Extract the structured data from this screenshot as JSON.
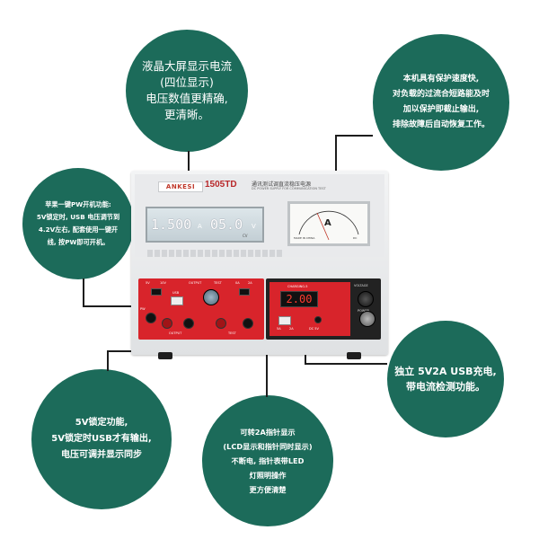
{
  "callouts": {
    "top": [
      "液晶大屏显示电流",
      "(四位显示)",
      "电压数值更精确,",
      "更清晰。"
    ],
    "top_right": [
      "本机具有保护速度快,",
      "对负载的过流合短路能及时",
      "加以保护即截止输出,",
      "排除故障后自动恢复工作。"
    ],
    "left": [
      "苹果一键PW开机功能:",
      "5V锁定时, USB 电压调节到",
      "4.2V左右, 配套使用一键开",
      "线, 按PW即可开机。"
    ],
    "right": [
      "独立 5V2A USB充电,",
      "带电流检测功能。"
    ],
    "bottom_left": [
      "5V锁定功能,",
      "5V锁定时USB才有输出,",
      "电压可调并显示同步"
    ],
    "bottom_center": [
      "可转2A指针显示",
      "(LCD显示和指针同时显示)",
      "不断电, 指针表带LED",
      "灯照明操作",
      "更方便清楚"
    ]
  },
  "device": {
    "brand": "ANKESI",
    "model": "1505TD",
    "title_cn": "通讯测试调直流稳压电源",
    "title_en": "DC POWER SUPPLY FOR COMMUNICATION TEST",
    "lcd_current": "1.500",
    "lcd_current_unit": "A",
    "lcd_voltage": "05.0",
    "lcd_voltage_unit": "V",
    "lcd_cv": "CV",
    "meter_unit": "A",
    "meter_label_left": "MADE IN CHINA",
    "meter_label_right": "DC",
    "switch_5v": "5V",
    "switch_10v": "10V",
    "usb_label": "USB",
    "output_label": "OUTPUT",
    "test_label": "TEST",
    "range_0a": "0A",
    "range_2a": "2A",
    "output_jacks": "OUTPUT",
    "test_jacks": "TEST",
    "charging_label": "CHARGING-5",
    "charge_display": "2.00",
    "sa_label": "5A",
    "sa2_label": "2A",
    "dc5v": "DC 5V",
    "voltage_label": "VOLTAGE",
    "power_label": "POWER",
    "pw_label": "PW"
  }
}
